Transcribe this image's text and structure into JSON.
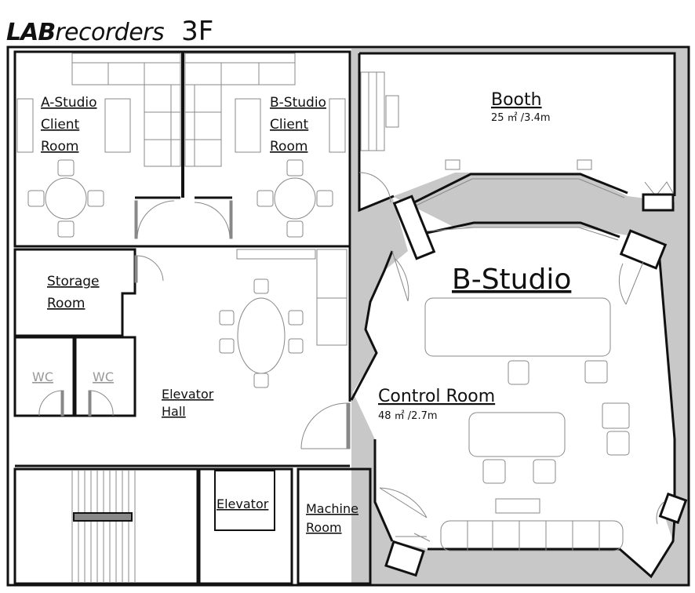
{
  "header": {
    "brand_bold": "LAB",
    "brand_rest": "recorders",
    "floor": "3F"
  },
  "rooms": {
    "a_client": [
      "A-Studio",
      "Client",
      "Room"
    ],
    "b_client": [
      "B-Studio",
      "Client",
      "Room"
    ],
    "booth": {
      "name": "Booth",
      "spec": "25 ㎡ /3.4m"
    },
    "b_studio": "B-Studio",
    "control": {
      "name": "Control Room",
      "spec": "48 ㎡ /2.7m"
    },
    "storage": [
      "Storage",
      "Room"
    ],
    "wc_left": "WC",
    "wc_right": "WC",
    "elevator_hall": [
      "Elevator",
      "Hall"
    ],
    "elevator": "Elevator",
    "machine": [
      "Machine",
      "Room"
    ]
  },
  "colors": {
    "wall": "#111111",
    "gray_fill": "#c8c8c8",
    "furniture": "#888888",
    "wc_text": "#999999"
  }
}
